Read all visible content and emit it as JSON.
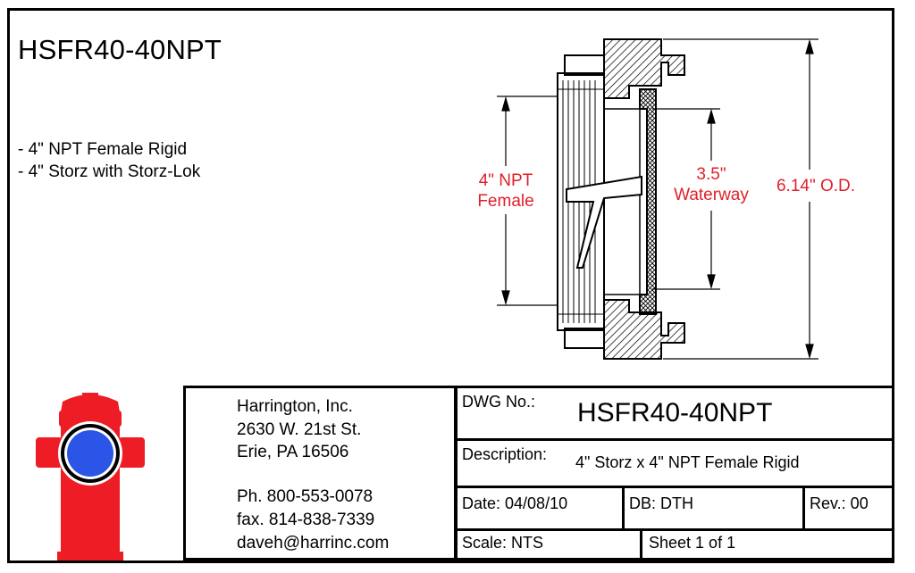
{
  "drawing": {
    "title": "HSFR40-40NPT",
    "notes": [
      "- 4\" NPT Female Rigid",
      "- 4\" Storz with Storz-Lok"
    ],
    "dimensions": {
      "npt_line1": "4\" NPT",
      "npt_line2": "Female",
      "waterway_line1": "3.5\"",
      "waterway_line2": "Waterway",
      "od": "6.14\" O.D."
    },
    "accent_color": "#e0202a"
  },
  "company": {
    "name": "Harrington, Inc.",
    "street": "2630 W. 21st St.",
    "city": "Erie, PA 16506",
    "phone": "Ph. 800-553-0078",
    "fax": "fax. 814-838-7339",
    "email": "daveh@harrinc.com",
    "logo_icon": "fire-hydrant-icon",
    "logo_colors": {
      "body": "#ee1c24",
      "center": "#2b55e6"
    }
  },
  "title_block": {
    "dwg_label": "DWG No.:",
    "dwg_value": "HSFR40-40NPT",
    "description_label": "Description:",
    "description_value": "4\" Storz x 4\" NPT Female Rigid",
    "date": "Date: 04/08/10",
    "db": "DB: DTH",
    "rev": "Rev.: 00",
    "scale": "Scale: NTS",
    "sheet": "Sheet 1 of 1"
  }
}
